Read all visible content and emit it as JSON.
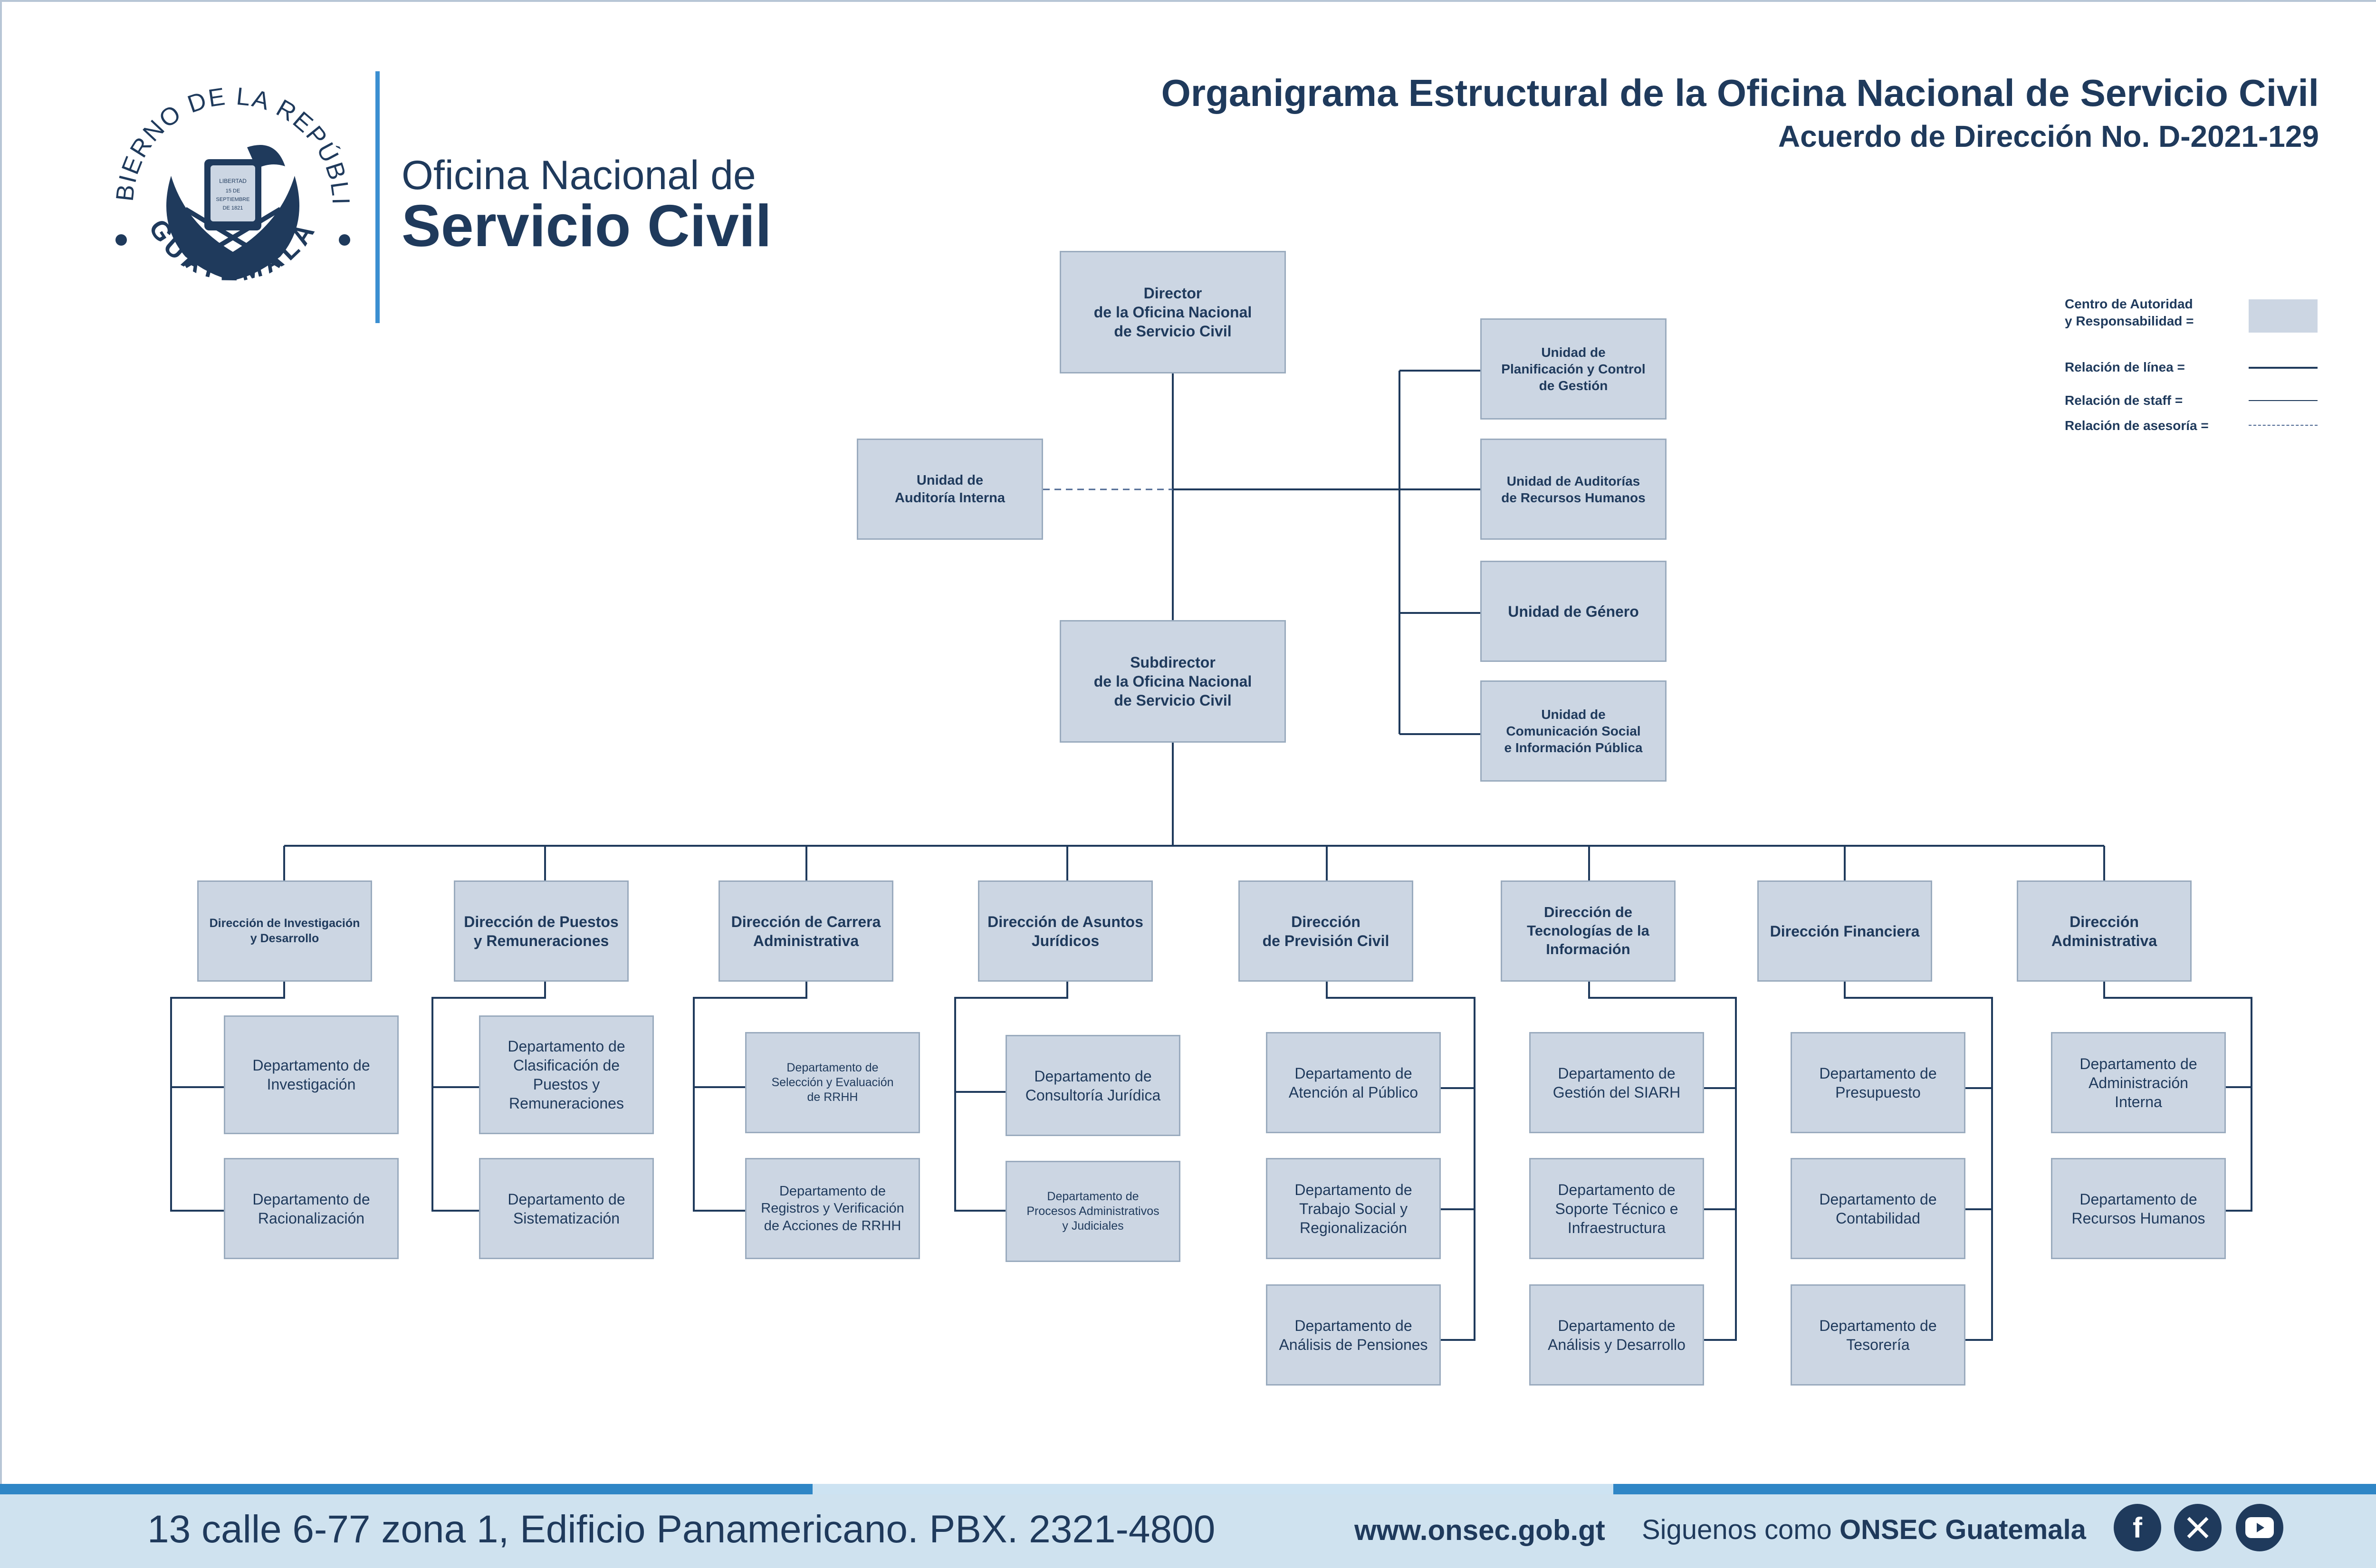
{
  "header": {
    "title": "Organigrama Estructural de la Oficina Nacional de Servicio Civil",
    "subtitle": "Acuerdo de Dirección No. D-2021-129"
  },
  "brand": {
    "line1": "Oficina Nacional de",
    "line2": "Servicio Civil",
    "seal_top_text": "GOBIERNO DE LA REPÚBLICA",
    "seal_bottom_text": "GUATEMALA",
    "seal_scroll_text": "LIBERTAD 15 DE SEPTIEMBRE DE 1821"
  },
  "legend": {
    "authority": "Centro de Autoridad\ny Responsabilidad =",
    "line": "Relación de línea =",
    "staff": "Relación de staff =",
    "advisory": "Relación de asesoría ="
  },
  "org": {
    "director": "Director\nde la Oficina Nacional\nde Servicio Civil",
    "subdirector": "Subdirector\nde la Oficina Nacional\nde Servicio Civil",
    "auditoria": "Unidad de\nAuditoría Interna",
    "staff_units": [
      "Unidad de\nPlanificación y Control\nde Gestión",
      "Unidad de Auditorías\nde Recursos Humanos",
      "Unidad de Género",
      "Unidad de\nComunicación Social\ne Información Pública"
    ],
    "directions": [
      {
        "name": "Dirección de Investigación\ny Desarrollo",
        "departments": [
          "Departamento de\nInvestigación",
          "Departamento de\nRacionalización"
        ]
      },
      {
        "name": "Dirección de Puestos\ny Remuneraciones",
        "departments": [
          "Departamento de\nClasificación de\nPuestos y\nRemuneraciones",
          "Departamento de\nSistematización"
        ]
      },
      {
        "name": "Dirección de Carrera\nAdministrativa",
        "departments": [
          "Departamento de\nSelección y Evaluación\nde RRHH",
          "Departamento de\nRegistros y Verificación\nde Acciones de RRHH"
        ]
      },
      {
        "name": "Dirección de Asuntos\nJurídicos",
        "departments": [
          "Departamento de\nConsultoría Jurídica",
          "Departamento de\nProcesos Administrativos\ny Judiciales"
        ]
      },
      {
        "name": "Dirección\nde Previsión Civil",
        "departments": [
          "Departamento de\nAtención al Público",
          "Departamento de\nTrabajo Social y\nRegionalización",
          "Departamento de\nAnálisis de Pensiones"
        ]
      },
      {
        "name": "Dirección de\nTecnologías de la\nInformación",
        "departments": [
          "Departamento de\nGestión del SIARH",
          "Departamento de\nSoporte Técnico e\nInfraestructura",
          "Departamento de\nAnálisis y Desarrollo"
        ]
      },
      {
        "name": "Dirección Financiera",
        "departments": [
          "Departamento de\nPresupuesto",
          "Departamento de\nContabilidad",
          "Departamento de\nTesorería"
        ]
      },
      {
        "name": "Dirección\nAdministrativa",
        "departments": [
          "Departamento de\nAdministración\nInterna",
          "Departamento de\nRecursos Humanos"
        ]
      }
    ]
  },
  "footer": {
    "address": "13 calle 6-77 zona 1, Edificio Panamericano. PBX. 2321-4800",
    "website": "www.onsec.gob.gt",
    "follow_prefix": "Siguenos como",
    "follow_name": "ONSEC Guatemala"
  },
  "icons": [
    "facebook-icon",
    "x-icon",
    "youtube-icon"
  ],
  "colors": {
    "box_fill": "#ccd6e3",
    "text": "#1f3a5c",
    "accent": "#3b8fd1",
    "footer_bg": "#cfe2ef"
  }
}
